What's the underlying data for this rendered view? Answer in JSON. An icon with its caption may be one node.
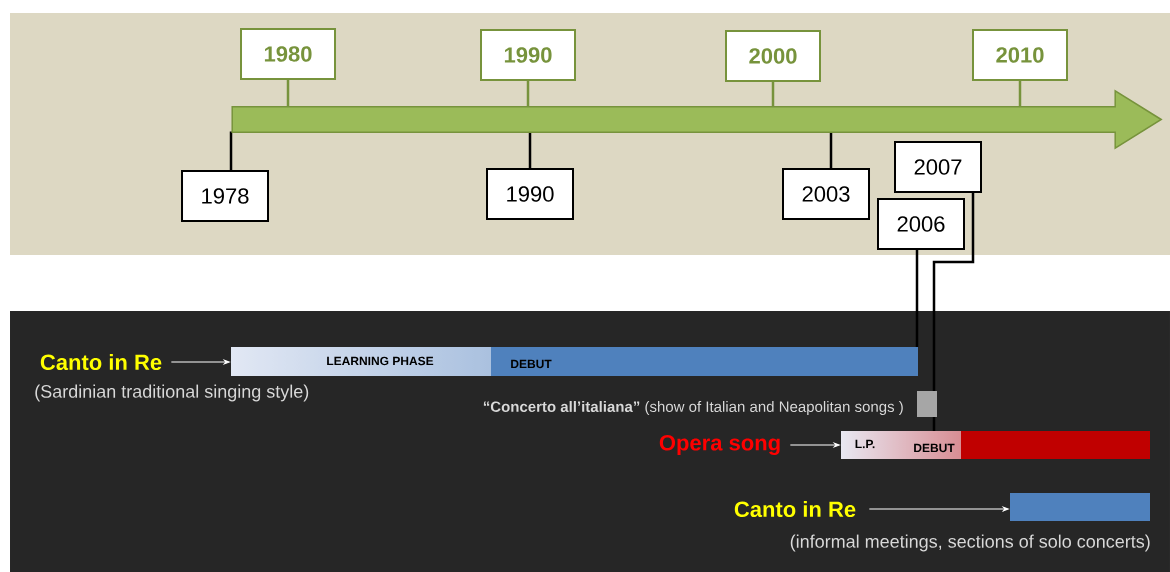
{
  "diagram": {
    "nodes": [
      {
        "text": [],
        "shape": "arrow"
      },
      {
        "text": [
          "1980"
        ]
      },
      {
        "text": [
          "1990"
        ]
      },
      {
        "text": [
          "2000"
        ]
      },
      {
        "text": [
          "2010"
        ]
      },
      {
        "text": [
          "1978"
        ]
      },
      {
        "text": [
          "1990"
        ]
      },
      {
        "text": [
          "2003"
        ]
      },
      {
        "text": [
          "2007"
        ]
      },
      {
        "text": [
          "2006"
        ]
      },
      {
        "text": [
          "Canto in Re"
        ],
        "beside": [
          "(Sardinian traditional singing style)"
        ]
      },
      {
        "text": [
          "LEARNING PHASE",
          "DEBUT"
        ]
      },
      {
        "text": [
          "**“Concerto all’italiana”** (show of Italian and Neapolitan songs )"
        ]
      },
      {
        "text": [],
        "shape": "box"
      },
      {
        "text": [
          "Opera song"
        ]
      },
      {
        "text": [
          "L.P.",
          "DEBUT"
        ]
      },
      {
        "text": [
          "Canto in Re"
        ],
        "beside": [
          "(informal meetings, sections of solo concerts)"
        ]
      },
      {
        "text": [],
        "shape": "bar"
      }
    ],
    "edges": [
      {
        "from": 1,
        "to": 0,
        "arrow": "none",
        "color": "#77933c"
      },
      {
        "from": 2,
        "to": 0,
        "arrow": "none",
        "color": "#77933c"
      },
      {
        "from": 3,
        "to": 0,
        "arrow": "none",
        "color": "#77933c"
      },
      {
        "from": 4,
        "to": 0,
        "arrow": "none",
        "color": "#77933c"
      },
      {
        "from": 0,
        "to": 5,
        "arrow": "none"
      },
      {
        "from": 0,
        "to": 6,
        "arrow": "none"
      },
      {
        "from": 0,
        "to": 7,
        "arrow": "none"
      },
      {
        "from": 9,
        "to": 11,
        "arrow": "none"
      },
      {
        "from": 8,
        "to": 13,
        "arrow": "none"
      },
      {
        "from": 13,
        "to": 15,
        "arrow": "none"
      },
      {
        "from": 10,
        "to": 11,
        "arrow": "to",
        "color": "#ffffff"
      },
      {
        "from": 14,
        "to": 15,
        "arrow": "to",
        "color": "#ffffff"
      },
      {
        "from": 16,
        "to": 17,
        "arrow": "to",
        "color": "#ffffff"
      }
    ]
  }
}
